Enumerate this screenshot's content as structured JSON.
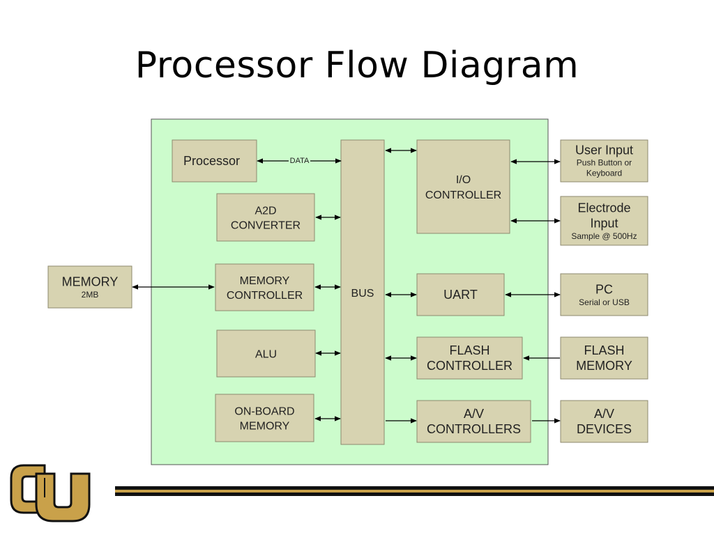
{
  "title": "Processor Flow Diagram",
  "data_label": "DATA",
  "blocks": {
    "processor": {
      "lines": [
        "Processor"
      ]
    },
    "a2d": {
      "lines": [
        "A2D",
        "CONVERTER"
      ]
    },
    "memory_controller": {
      "lines": [
        "MEMORY",
        "CONTROLLER"
      ]
    },
    "alu": {
      "lines": [
        "ALU"
      ]
    },
    "onboard_memory": {
      "lines": [
        "ON-BOARD",
        "MEMORY"
      ]
    },
    "bus": {
      "lines": [
        "BUS"
      ]
    },
    "io_controller": {
      "lines": [
        "I/O",
        "CONTROLLER"
      ]
    },
    "uart": {
      "lines": [
        "UART"
      ]
    },
    "flash_controller": {
      "lines": [
        "FLASH",
        "CONTROLLER"
      ]
    },
    "av_controllers": {
      "lines": [
        "A/V",
        "CONTROLLERS"
      ]
    },
    "memory": {
      "lines": [
        "MEMORY"
      ],
      "sub": [
        "2MB"
      ]
    },
    "user_input": {
      "lines": [
        "User Input"
      ],
      "sub": [
        "Push Button or",
        "Keyboard"
      ]
    },
    "electrode_input": {
      "lines": [
        "Electrode",
        "Input"
      ],
      "sub": [
        "Sample @ 500Hz"
      ]
    },
    "pc": {
      "lines": [
        "PC"
      ],
      "sub": [
        "Serial or USB"
      ]
    },
    "flash_memory": {
      "lines": [
        "FLASH",
        "MEMORY"
      ]
    },
    "av_devices": {
      "lines": [
        "A/V",
        "DEVICES"
      ]
    }
  },
  "colors": {
    "panel_fill": "#ccfccc",
    "block_fill": "#d7d3b1",
    "logo_gold": "#c9a14a",
    "rule_black": "#111111",
    "rule_gold": "#c9a14a"
  }
}
